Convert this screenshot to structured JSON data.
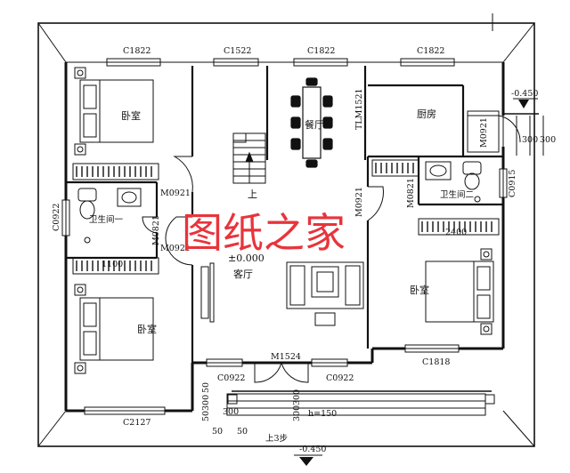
{
  "rooms": {
    "bedroom_tl": "卧室",
    "bedroom_bl": "卧室",
    "bedroom_r": "卧室",
    "bath1": "卫生间一",
    "bath2": "卫生间二",
    "dining": "餐厅",
    "kitchen": "厨房",
    "living": "客厅",
    "stair_up": "上"
  },
  "windows": {
    "w1": "C1822",
    "w2": "C1522",
    "w3": "C1822",
    "w4": "C1822",
    "w_left": "C0922",
    "w_bath2": "C0915",
    "w_bot_left": "C2127",
    "w_bot_1": "C0922",
    "w_bot_2": "C0922",
    "w_br": "C1818"
  },
  "doors": {
    "d1": "M0921",
    "d2": "M0821",
    "d3": "M0921",
    "d4": "M0921",
    "d5": "M0821",
    "d6": "M0921",
    "d_main": "M1524",
    "d_dining": "TLM1521"
  },
  "elevations": {
    "floor": "±0.000",
    "right": "-0.450",
    "bottom": "-0.450"
  },
  "dims": {
    "r1": "300",
    "r2": "300",
    "b50a": "50",
    "b300a": "300",
    "b50b": "50",
    "b50c": "50",
    "b300b": "300",
    "b50d": "50",
    "b300c": "300",
    "b300d": "300",
    "h150": "h=150",
    "wardrobe_l": "1100",
    "wardrobe_r": "2400"
  },
  "steps": "上3步",
  "watermark": "图纸之家"
}
